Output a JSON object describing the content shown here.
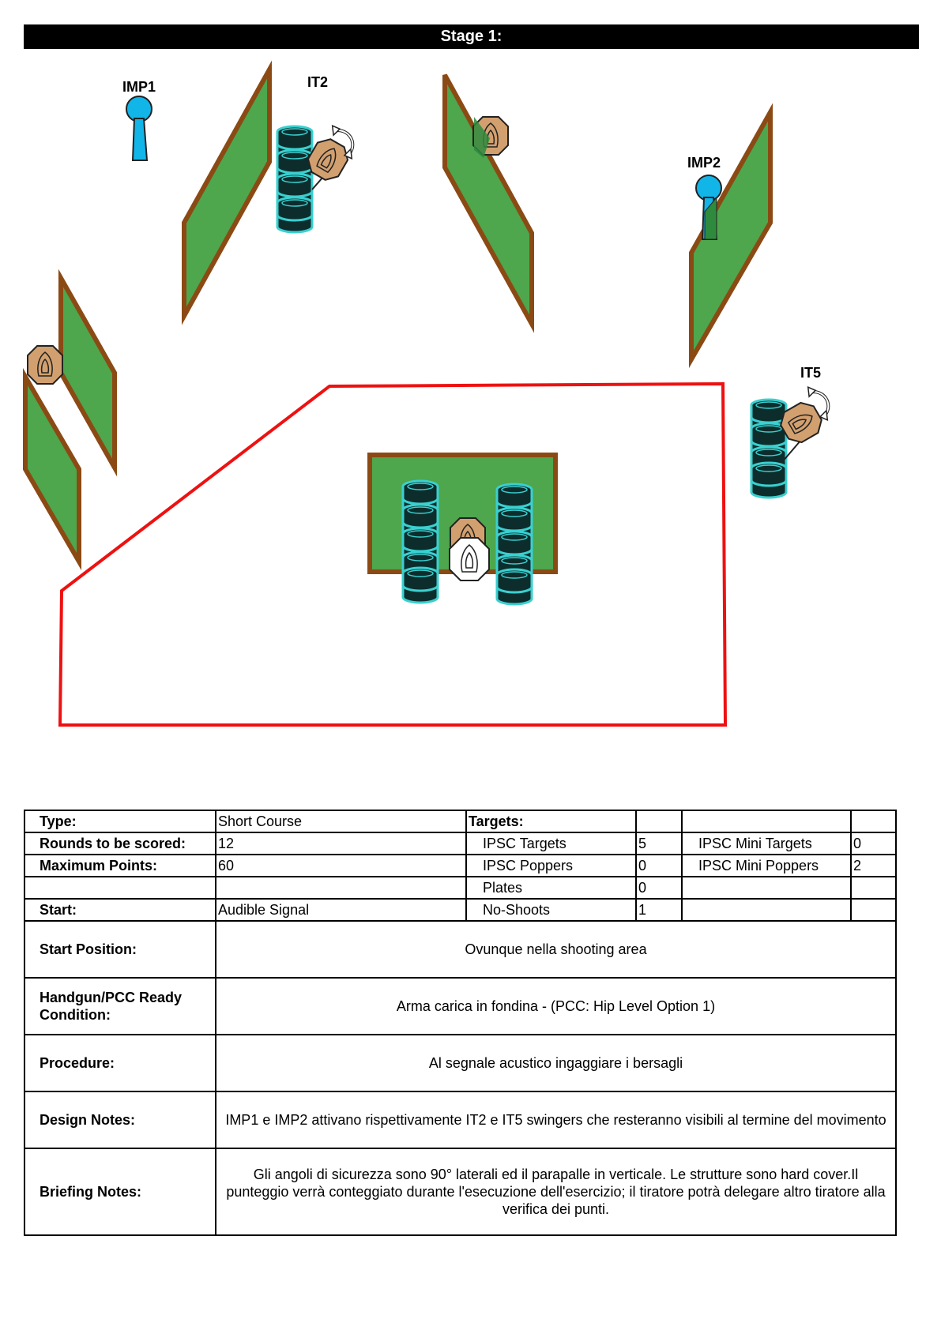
{
  "stage": {
    "title": "Stage 1:"
  },
  "diagram": {
    "labels": {
      "imp1": "IMP1",
      "it2": "IT2",
      "imp2": "IMP2",
      "it5": "IT5"
    },
    "colors": {
      "wall_fill": "#4ea64d",
      "wall_border": "#8b4a14",
      "target": "#d2a06f",
      "popper": "#12b5e8",
      "barrel": "#0d2d2d",
      "barrel_ring": "#3ad0d0",
      "shooting_area": "#ee1111",
      "no_shoot": "#ffffff"
    },
    "icons": [
      "popper-icon",
      "ipsc-target-icon",
      "no-shoot-icon",
      "barrel-icon",
      "swing-arrow-icon"
    ]
  },
  "table": {
    "type_label": "Type:",
    "type_value": "Short Course",
    "rounds_label": "Rounds to be scored:",
    "rounds_value": "12",
    "max_points_label": "Maximum Points:",
    "max_points_value": "60",
    "start_label": "Start:",
    "start_value": "Audible Signal",
    "targets_header": "Targets:",
    "ipsc_targets_label": "IPSC Targets",
    "ipsc_targets_value": "5",
    "ipsc_poppers_label": "IPSC Poppers",
    "ipsc_poppers_value": "0",
    "plates_label": "Plates",
    "plates_value": "0",
    "no_shoots_label": "No-Shoots",
    "no_shoots_value": "1",
    "mini_targets_label": "IPSC Mini Targets",
    "mini_targets_value": "0",
    "mini_poppers_label": "IPSC Mini Poppers",
    "mini_poppers_value": "2",
    "start_position_label": "Start Position:",
    "start_position_value": "Ovunque nella shooting area",
    "ready_label_line1": "Handgun/PCC Ready",
    "ready_label_line2": "Condition:",
    "ready_value": "Arma carica in fondina - (PCC: Hip Level Option 1)",
    "procedure_label": "Procedure:",
    "procedure_value": "Al segnale acustico ingaggiare i bersagli",
    "design_label": "Design Notes:",
    "design_value": "IMP1 e IMP2 attivano rispettivamente  IT2 e IT5 swingers che resteranno visibili al termine del movimento",
    "briefing_label": "Briefing Notes:",
    "briefing_value": "Gli angoli di sicurezza sono 90° laterali ed il parapalle in verticale. Le strutture sono hard cover.Il punteggio verrà conteggiato durante l'esecuzione dell'esercizio; il tiratore potrà delegare altro tiratore alla verifica  dei punti."
  }
}
